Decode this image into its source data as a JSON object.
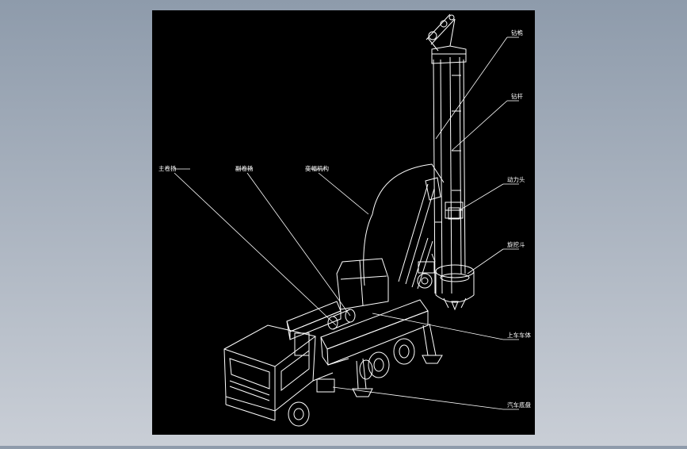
{
  "colors": {
    "background_top": "#8e9bab",
    "background_bottom": "#c9ced6",
    "canvas": "#000000",
    "lines": "#ffffff"
  },
  "labels": {
    "drill_mast_top": "钻桅",
    "drill_rod": "钻杆",
    "main_winch": "主卷扬",
    "aux_winch": "副卷扬",
    "luffing_mechanism": "变幅机构",
    "power_head": "动力头",
    "drill_bucket": "旋挖斗",
    "upper_body": "上车车体",
    "truck_chassis": "汽车底盘"
  }
}
